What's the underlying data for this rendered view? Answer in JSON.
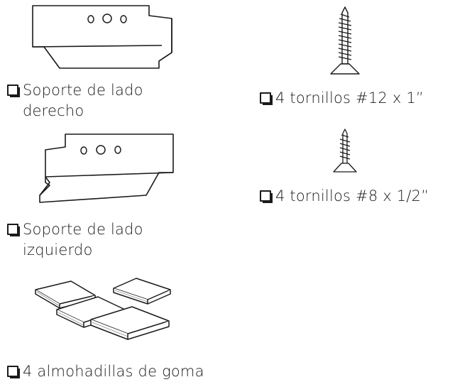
{
  "parts": [
    {
      "icon": "right-bracket",
      "label_lines": [
        "Soporte de lado",
        "derecho"
      ]
    },
    {
      "icon": "left-bracket",
      "label_lines": [
        "Soporte de lado",
        "izquierdo"
      ]
    },
    {
      "icon": "rubber-pads",
      "label_lines": [
        "4 almohadillas de goma"
      ]
    },
    {
      "icon": "screw-large",
      "label_lines": [
        "4 tornillos #12 x 1”"
      ]
    },
    {
      "icon": "screw-small",
      "label_lines": [
        "4 tornillos #8 x 1/2”"
      ]
    }
  ]
}
